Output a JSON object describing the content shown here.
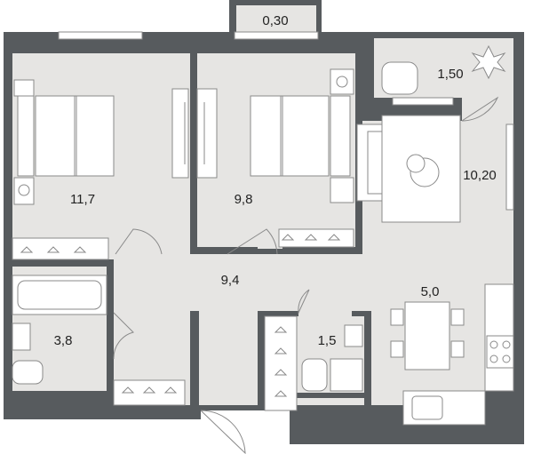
{
  "floor_plan": {
    "colors": {
      "wall": "#575b5e",
      "floor": "#e6e5e3",
      "fixture_stroke": "#8a8a8a",
      "text": "#222222"
    },
    "areas": {
      "balcony_small": "0,30",
      "balcony_large": "1,50",
      "bedroom_1": "11,7",
      "bedroom_2": "9,8",
      "living_room": "10,20",
      "hallway": "9,4",
      "kitchen": "5,0",
      "bathroom": "3,8",
      "toilet": "1,5"
    },
    "icons": [
      "bed-icon",
      "armchair-icon",
      "plant-icon",
      "sofa-icon",
      "round-table-icon",
      "dining-table-icon",
      "stove-icon",
      "sink-icon",
      "bathtub-icon",
      "toilet-icon",
      "washbasin-icon",
      "hanger-icon",
      "wardrobe-icon"
    ]
  }
}
